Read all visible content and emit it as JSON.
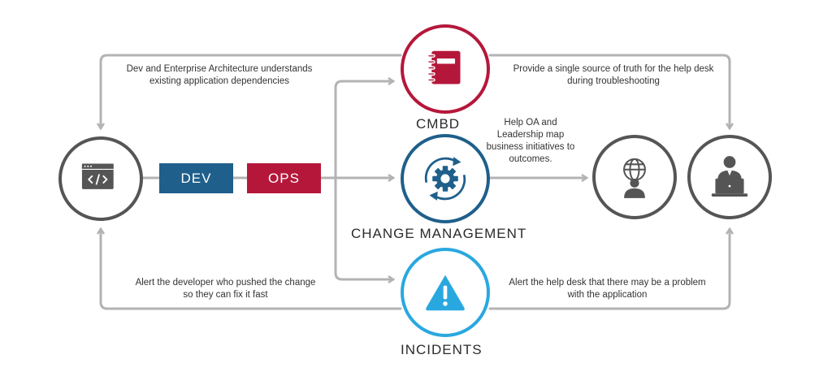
{
  "nodes": {
    "cmdb": {
      "label": "CMBD",
      "color": "#b5173a"
    },
    "change": {
      "label": "CHANGE MANAGEMENT",
      "color": "#1f5f8b"
    },
    "incidents": {
      "label": "INCIDENTS",
      "color": "#29a8df"
    },
    "code": {
      "color": "#555555"
    },
    "leadership": {
      "color": "#555555"
    },
    "helpdesk": {
      "color": "#555555"
    }
  },
  "tags": {
    "dev": {
      "label": "DEV",
      "color": "#1f5f8b"
    },
    "ops": {
      "label": "OPS",
      "color": "#b5173a"
    }
  },
  "notes": {
    "dev_arch": "Dev and Enterprise Architecture understands existing application dependencies",
    "source_truth": "Provide a single source of truth for the help desk during troubleshooting",
    "leadership": "Help OA and Leadership map business initiatives to outcomes.",
    "alert_dev": "Alert the developer who pushed the change so they can fix it fast",
    "alert_helpdesk": "Alert the help desk that there may be a problem with the application"
  },
  "arrow_color": "#b3b3b3"
}
